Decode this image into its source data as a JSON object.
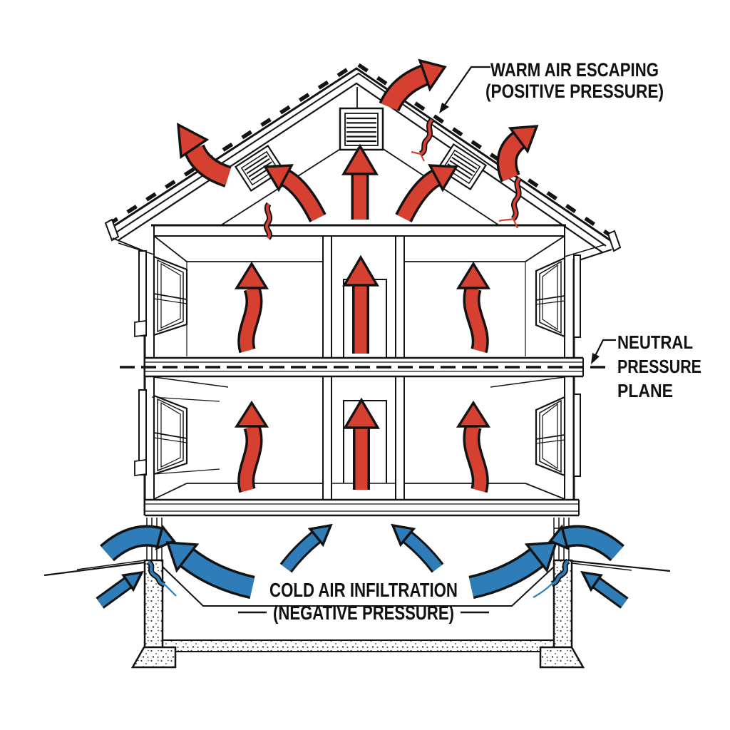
{
  "labels": {
    "warm_air_escaping": {
      "line1": "WARM AIR ESCAPING",
      "line2": "(POSITIVE PRESSURE)"
    },
    "neutral_pressure_plane": {
      "line1": "NEUTRAL",
      "line2": "PRESSURE",
      "line3": "PLANE"
    },
    "cold_air_infiltration": {
      "line1": "COLD AIR INFILTRATION",
      "line2": "(NEGATIVE PRESSURE)"
    }
  },
  "colors": {
    "warm_arrow": "#d64031",
    "cold_arrow": "#2e7cb8",
    "outline": "#131313",
    "background": "#ffffff"
  },
  "icons": {
    "warm_air_arrow": "red curved arrow (rising warm air)",
    "cold_air_arrow": "blue curved arrow (infiltrating cold air)",
    "air_leak_crack": "squiggle crack at leak point",
    "louver_vent": "slatted attic vent"
  }
}
